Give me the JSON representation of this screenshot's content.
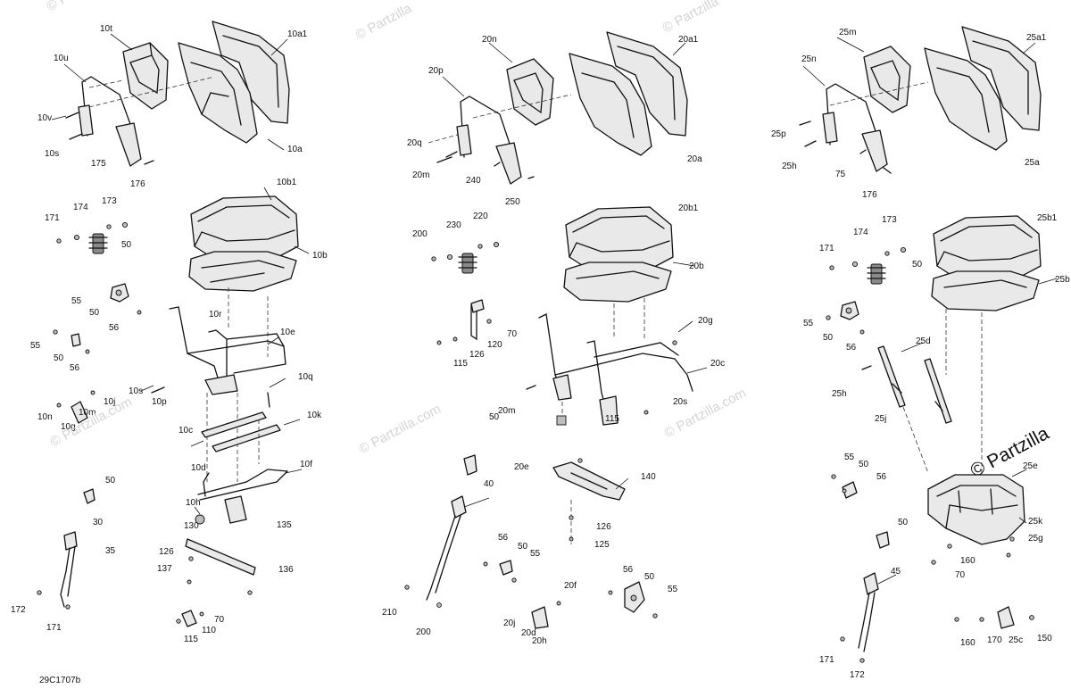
{
  "diagram_code": "29C1707b",
  "watermark": {
    "faint": "© Partzilla",
    "faint_com": "© Partzilla.com",
    "brand": "© Partzilla"
  },
  "labels": {
    "left": {
      "10t": "10t",
      "10a1": "10a1",
      "10u": "10u",
      "10v": "10v",
      "10s_top": "10s",
      "175": "175",
      "10a": "10a",
      "176": "176",
      "10b1": "10b1",
      "171": "171",
      "174": "174",
      "173": "173",
      "50_a": "50",
      "10b": "10b",
      "55_a": "55",
      "50_b": "50",
      "56_a": "56",
      "10e": "10e",
      "55_b": "55",
      "50_c": "50",
      "56_b": "56",
      "10s": "10s",
      "10p": "10p",
      "10q": "10q",
      "10j": "10j",
      "10n": "10n",
      "10g": "10g",
      "10m": "10m",
      "10k": "10k",
      "10c": "10c",
      "10f": "10f",
      "10d": "10d",
      "50_d": "50",
      "10h": "10h",
      "30": "30",
      "130": "130",
      "135": "135",
      "35": "35",
      "126": "126",
      "137": "137",
      "136": "136",
      "172": "172",
      "70": "70",
      "171_b": "171",
      "110": "110",
      "115": "115",
      "10r": "10r"
    },
    "middle": {
      "20n": "20n",
      "20a1": "20a1",
      "20p": "20p",
      "20q": "20q",
      "20m_top": "20m",
      "240": "240",
      "20a": "20a",
      "250": "250",
      "20b1": "20b1",
      "200_a": "200",
      "230": "230",
      "220": "220",
      "20b": "20b",
      "70": "70",
      "120": "120",
      "126_a": "126",
      "115_a": "115",
      "20g": "20g",
      "20c": "20c",
      "20m": "20m",
      "20s": "20s",
      "50_a": "50",
      "115_b": "115",
      "20e": "20e",
      "140": "140",
      "40": "40",
      "126_b": "126",
      "125": "125",
      "56_a": "56",
      "50_b": "50",
      "55_a": "55",
      "56_b": "56",
      "50_c": "50",
      "20f": "20f",
      "55_b": "55",
      "210": "210",
      "20j": "20j",
      "20d": "20d",
      "20h": "20h",
      "200_b": "200"
    },
    "right": {
      "25m": "25m",
      "25a1": "25a1",
      "25n": "25n",
      "25p": "25p",
      "25h_top": "25h",
      "75": "75",
      "25a": "25a",
      "176": "176",
      "25b1": "25b1",
      "173": "173",
      "171": "171",
      "174": "174",
      "50_a": "50",
      "25b": "25b",
      "55_a": "55",
      "50_b": "50",
      "56_a": "56",
      "25d": "25d",
      "25h": "25h",
      "25j": "25j",
      "55_b": "55",
      "50_c": "50",
      "56_b": "56",
      "25e": "25e",
      "50_d": "50",
      "25k": "25k",
      "25g": "25g",
      "160_a": "160",
      "70": "70",
      "45": "45",
      "171_b": "171",
      "172": "172",
      "160_b": "160",
      "170": "170",
      "25c": "25c",
      "150": "150"
    }
  }
}
